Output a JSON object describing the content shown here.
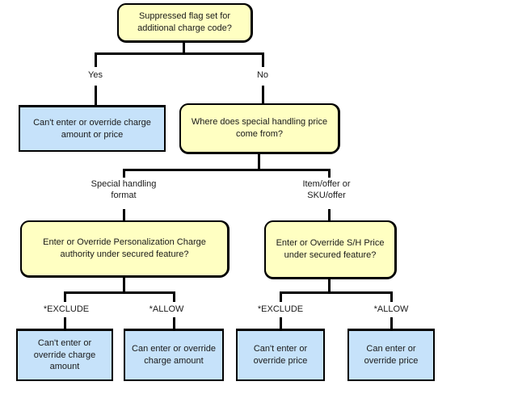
{
  "diagram": {
    "type": "flowchart",
    "colors": {
      "decision_fill": "#ffffc2",
      "outcome_fill": "#c6e2fa",
      "line": "#000000",
      "background": "#ffffff"
    },
    "nodes": {
      "root": "Suppressed flag set for additional charge code?",
      "yes_outcome": "Can't enter or override charge amount or price",
      "no_question": "Where does special handling price come from?",
      "personalization_question": "Enter or Override Personalization Charge authority under secured feature?",
      "sh_price_question": "Enter or Override S/H Price under secured feature?",
      "exclude_charge_outcome": "Can't enter or override charge amount",
      "allow_charge_outcome": "Can enter or override charge amount",
      "exclude_price_outcome": "Can't enter or override price",
      "allow_price_outcome": "Can enter or override price"
    },
    "edge_labels": {
      "yes": "Yes",
      "no": "No",
      "special_handling": "Special handling format",
      "item_offer": "Item/offer or SKU/offer",
      "exclude_left": "*EXCLUDE",
      "allow_left": "*ALLOW",
      "exclude_right": "*EXCLUDE",
      "allow_right": "*ALLOW"
    }
  }
}
